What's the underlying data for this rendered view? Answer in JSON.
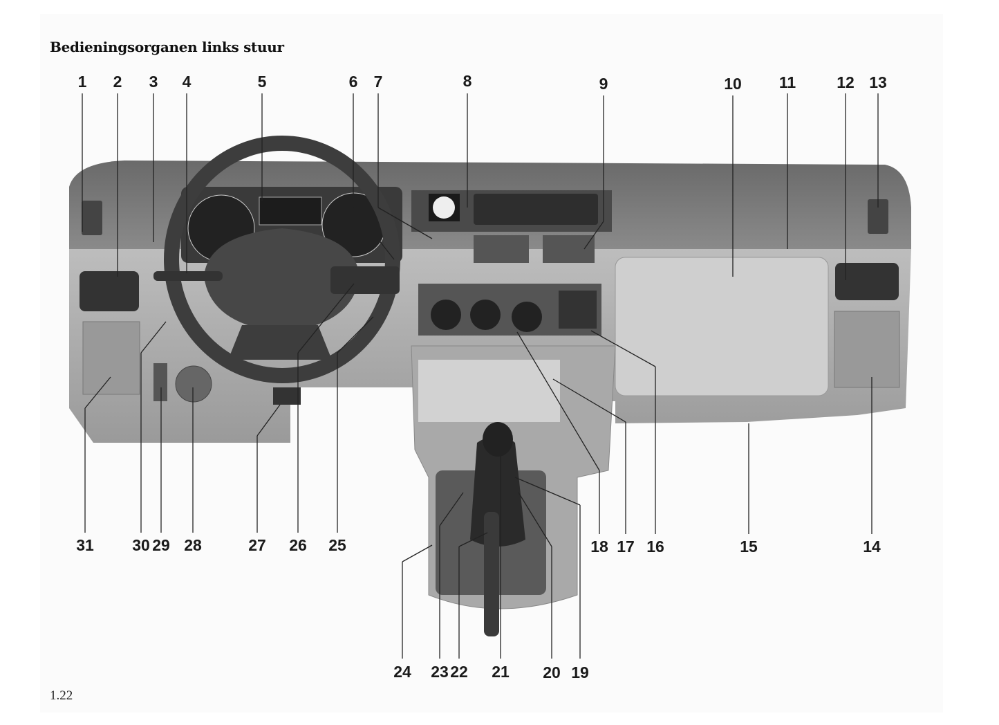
{
  "title": "Bedieningsorganen links stuur",
  "page_number": "1.22",
  "callouts_top": [
    "1",
    "2",
    "3",
    "4",
    "5",
    "6",
    "7",
    "8",
    "9",
    "10",
    "11",
    "12",
    "13"
  ],
  "callouts_bottom": [
    "31",
    "30",
    "29",
    "28",
    "27",
    "26",
    "25",
    "18",
    "17",
    "16",
    "15",
    "14"
  ],
  "callouts_lower": [
    "24",
    "23",
    "22",
    "21",
    "20",
    "19"
  ]
}
